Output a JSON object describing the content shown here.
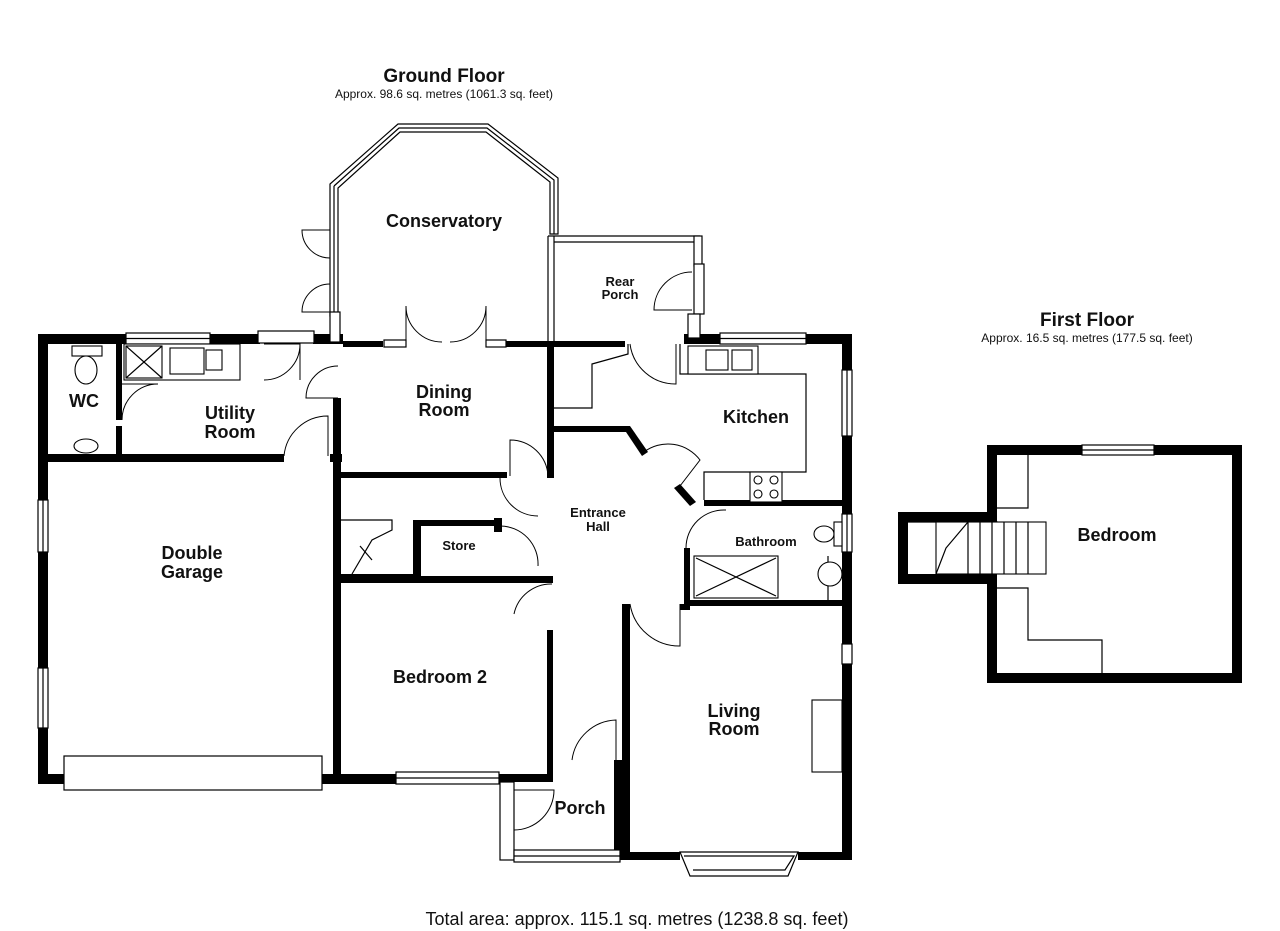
{
  "ground_floor": {
    "title": "Ground Floor",
    "area": "Approx. 98.6 sq. metres (1061.3 sq. feet)",
    "rooms": {
      "conservatory": "Conservatory",
      "rear_porch_1": "Rear",
      "rear_porch_2": "Porch",
      "wc": "WC",
      "utility_1": "Utility",
      "utility_2": "Room",
      "dining_1": "Dining",
      "dining_2": "Room",
      "kitchen": "Kitchen",
      "garage_1": "Double",
      "garage_2": "Garage",
      "hall_1": "Entrance",
      "hall_2": "Hall",
      "store": "Store",
      "bathroom": "Bathroom",
      "bedroom2": "Bedroom 2",
      "living_1": "Living",
      "living_2": "Room",
      "porch": "Porch"
    }
  },
  "first_floor": {
    "title": "First Floor",
    "area": "Approx. 16.5 sq. metres (177.5 sq. feet)",
    "rooms": {
      "bedroom": "Bedroom"
    }
  },
  "total_area": "Total area: approx. 115.1 sq. metres (1238.8 sq. feet)"
}
